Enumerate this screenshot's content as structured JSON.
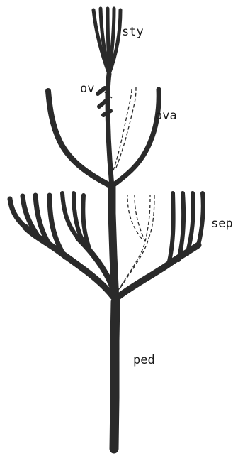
{
  "labels": {
    "sty": "sty",
    "ov": "ov",
    "ova": "ova",
    "sep": "sep",
    "ped": "ped"
  },
  "colors": {
    "trace": "#2a2a2a",
    "background": "#ffffff"
  }
}
